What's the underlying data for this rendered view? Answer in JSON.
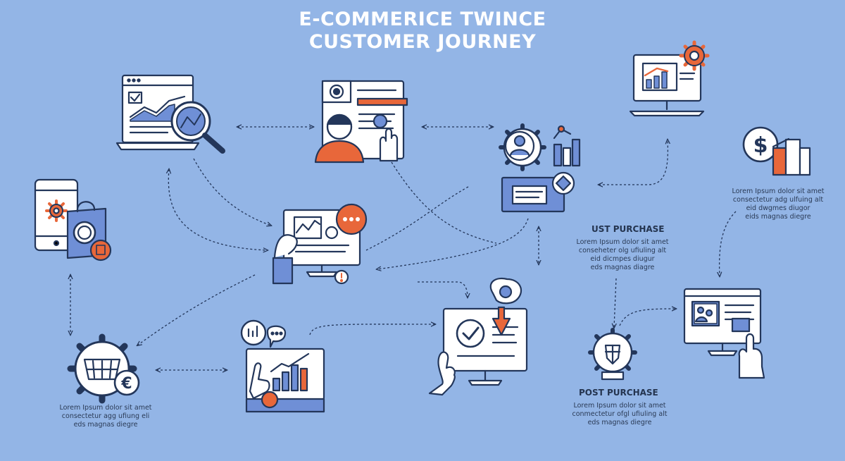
{
  "title": {
    "line1": "E-COMMERICE TWINCE",
    "line2": "CUSTOMER JOURNEY"
  },
  "labels": {
    "ust_purchase": "UST PURCHASE",
    "post_purchase": "POST PURCHASE"
  },
  "texts": {
    "right_top": [
      "Lorem Ipsum dolor sit amet",
      "consectetur adg ulfuing alt",
      "eid dwgmes diugor",
      "eids magnas diegre"
    ],
    "ust_purchase": [
      "Lorem Ipsum dolor sit amet",
      "conseheter olg ufiuling alt",
      "eid dicmpes diugur",
      "eds magnas diagre"
    ],
    "post_purchase": [
      "Lorem Ipsum dolor sit amet",
      "conmectetur ofgl ufiuling alt",
      "eds magnas diegre"
    ],
    "bottom_left": [
      "Lorem Ipsum dolor sit amet",
      "consectetur agg ufiung eli",
      "eds magnas diegre"
    ]
  },
  "icons": [
    "analytics-monitor-icon",
    "customer-form-icon",
    "dashboard-monitor-icon",
    "mobile-shopping-icon",
    "user-gear-icon",
    "dollar-chart-icon",
    "browsing-monitor-icon",
    "shopping-gear-icon",
    "sales-chart-icon",
    "checkout-monitor-icon",
    "award-badge-icon",
    "review-monitor-icon"
  ],
  "colors": {
    "background": "#93b5e6",
    "stroke": "#23365a",
    "accent": "#e8673a",
    "panel": "#6f8fd6",
    "white": "#ffffff"
  }
}
